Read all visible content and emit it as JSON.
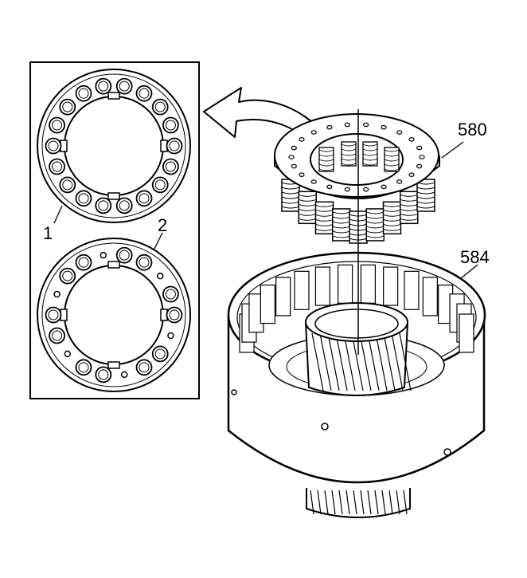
{
  "callouts": {
    "spring_assembly": "580",
    "housing": "584",
    "plate_variant_1": "1",
    "plate_variant_2": "2"
  },
  "colors": {
    "line": "#000000",
    "background": "#ffffff"
  }
}
